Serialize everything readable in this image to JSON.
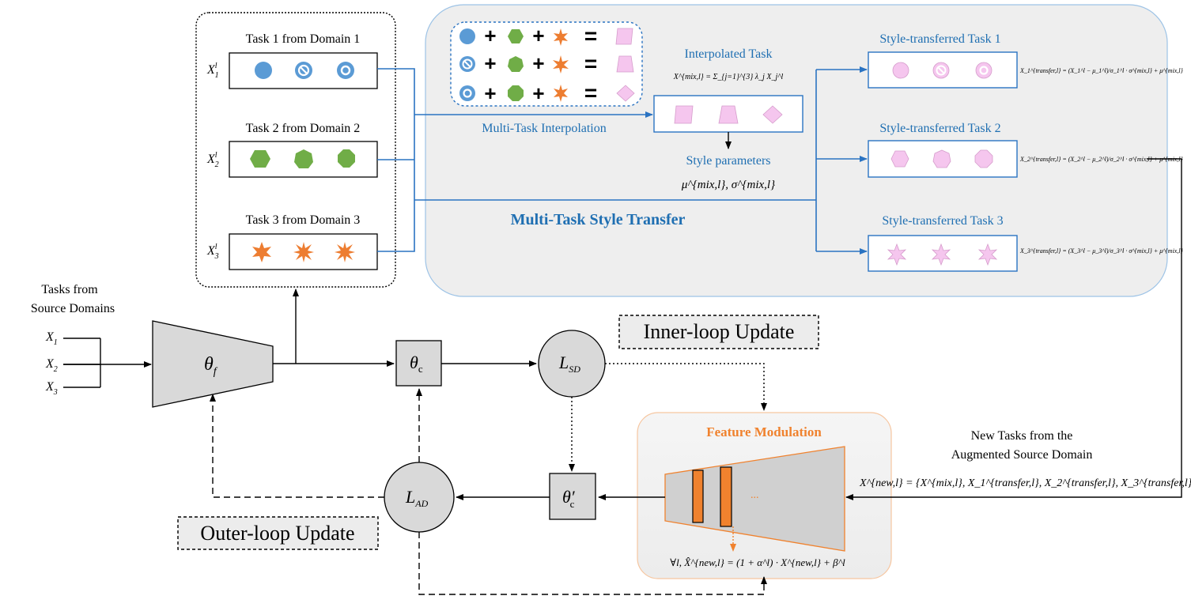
{
  "colors": {
    "arrow_blue": "#2a73c2",
    "label_blue": "#1f6fb2",
    "accent_orange": "#f0822e",
    "node_gray": "#d9d9d9",
    "panel_gray": "#eeeeee",
    "task1_icon": "#5b9bd5",
    "task2_icon": "#70ad47",
    "task3_icon": "#ed7d31",
    "pink": "#f5c6ee"
  },
  "domain_panel": {
    "task1_title": "Task 1 from Domain 1",
    "task2_title": "Task 2 from Domain 2",
    "task3_title": "Task 3 from Domain 3",
    "x1_label": "X",
    "x2_label": "X",
    "x3_label": "X",
    "x_superscript": "l",
    "x1_sub": "1",
    "x2_sub": "2",
    "x3_sub": "3"
  },
  "interpolation": {
    "plus": "+",
    "equals": "=",
    "caption": "Multi-Task Interpolation",
    "interpolated_title": "Interpolated Task",
    "formula": "X^{mix,l} = Σ_{j=1}^{3} λ_j X_j^l",
    "style_params_title": "Style parameters",
    "style_params_formula": "μ^{mix,l}, σ^{mix,l}"
  },
  "style_transfer": {
    "panel_title": "Multi-Task Style Transfer",
    "task1_title": "Style-transferred Task 1",
    "task2_title": "Style-transferred Task 2",
    "task3_title": "Style-transferred Task 3",
    "formula1": "X_1^{transfer,l} = (X_1^l − μ_1^l)/σ_1^l · σ^{mix,l} + μ^{mix,l}",
    "formula2": "X_2^{transfer,l} = (X_2^l − μ_2^l)/σ_2^l · σ^{mix,l} + μ^{mix,l}",
    "formula3": "X_3^{transfer,l} = (X_3^l − μ_3^l)/σ_3^l · σ^{mix,l} + μ^{mix,l}"
  },
  "source": {
    "title_line1": "Tasks from",
    "title_line2": "Source Domains",
    "x1": "X",
    "x2": "X",
    "x3": "X",
    "s1": "1",
    "s2": "2",
    "s3": "3"
  },
  "nodes": {
    "theta_f": "θ",
    "theta_f_sub": "f",
    "theta_c": "θ",
    "theta_c_sub": "c",
    "theta_c_prime": "θ′",
    "theta_c_prime_sub": "c",
    "l_sd": "L",
    "l_sd_sub": "SD",
    "l_ad": "L",
    "l_ad_sub": "AD"
  },
  "updates": {
    "inner": "Inner-loop Update",
    "outer": "Outer-loop Update"
  },
  "feature_modulation": {
    "title": "Feature Modulation",
    "ellipsis": "...",
    "formula": "∀l,   X̂^{new,l} = (1 + α^l) · X^{new,l} + β^l"
  },
  "new_tasks": {
    "line1": "New Tasks from the",
    "line2": "Augmented Source Domain",
    "formula": "X^{new,l} = {X^{mix,l}, X_1^{transfer,l}, X_2^{transfer,l}, X_3^{transfer,l}}"
  }
}
